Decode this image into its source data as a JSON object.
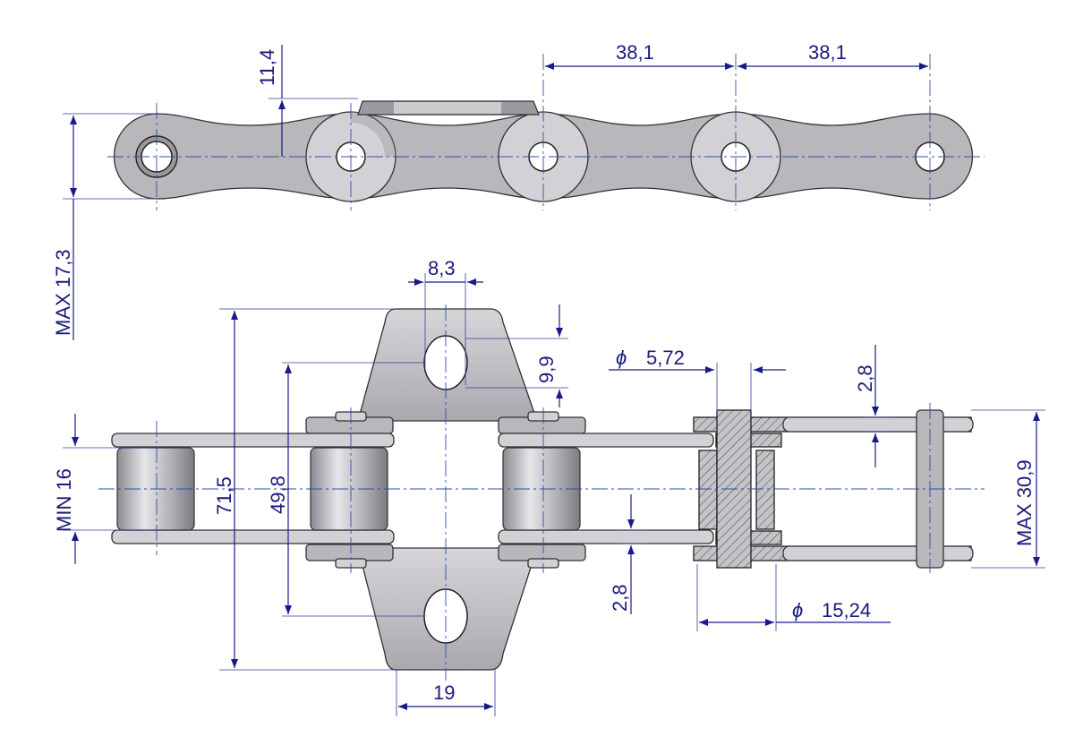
{
  "dimensions": {
    "d_11_4": "11,4",
    "d_38_1_a": "38,1",
    "d_38_1_b": "38,1",
    "d_max_17_3": "MAX 17,3",
    "d_8_3": "8,3",
    "d_9_9": "9,9",
    "d_phi_5_72": "5,72",
    "d_2_8_top": "2,8",
    "d_min_16": "MIN 16",
    "d_71_5": "71,5",
    "d_49_8": "49,8",
    "d_max_30_9": "MAX 30,9",
    "d_2_8_bottom": "2,8",
    "d_phi_15_24": "15,24",
    "d_19": "19",
    "phi_symbol": "ϕ"
  },
  "colors": {
    "dimension": "#1a1a8a",
    "plate": "#b8b8bc",
    "outline": "#222222"
  }
}
